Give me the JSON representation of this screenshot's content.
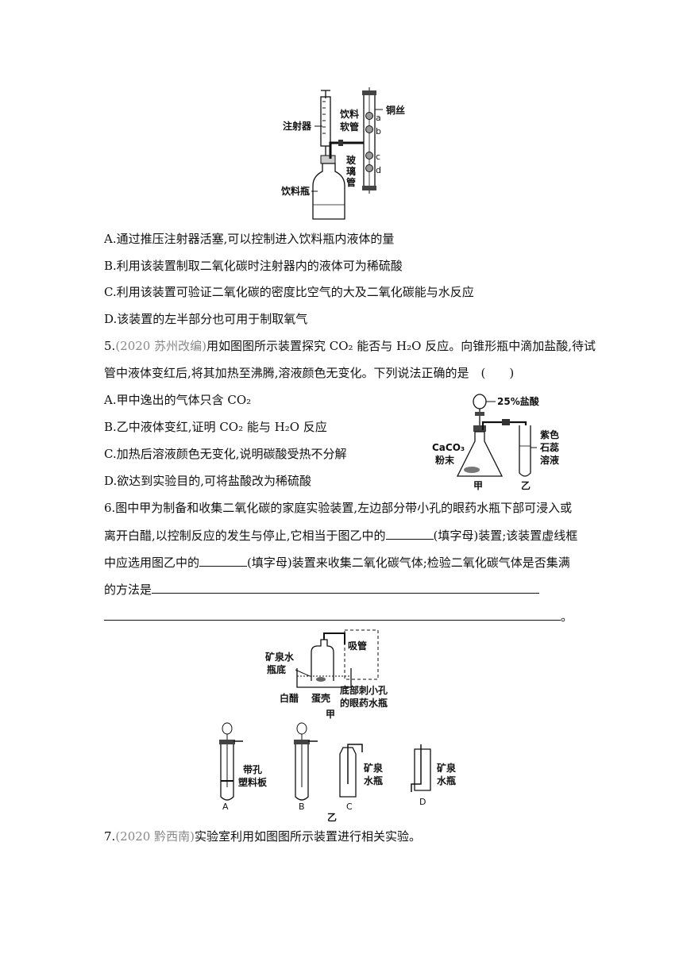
{
  "fig1": {
    "labels": {
      "syringe": "注射器",
      "soft_tube_1": "饮料",
      "soft_tube_2": "软管",
      "copper": "铜丝",
      "a": "a",
      "b": "b",
      "c": "c",
      "d": "d",
      "glass_1": "玻",
      "glass_2": "璃",
      "glass_3": "管",
      "bottle": "饮料瓶"
    }
  },
  "q4_options": [
    "A.通过推压注射器活塞,可以控制进入饮料瓶内液体的量",
    "B.利用该装置制取二氧化碳时注射器内的液体可为稀硫酸",
    "C.利用该装置可验证二氧化碳的密度比空气的大及二氧化碳能与水反应",
    "D.该装置的左半部分也可用于制取氧气"
  ],
  "q5": {
    "num": "5.",
    "source": "(2020 苏州改编)",
    "stem_1": "用如图图所示装置探究 CO₂ 能否与 H₂O 反应。向锥形瓶中滴加盐酸,待试",
    "stem_2": "管中液体变红后,将其加热至沸腾,溶液颜色无变化。下列说法正确的是　(　　)",
    "options": [
      "A.甲中逸出的气体只含 CO₂",
      "B.乙中液体变红,证明 CO₂ 能与 H₂O 反应",
      "C.加热后溶液颜色无变化,说明碳酸受热不分解",
      "D.欲达到实验目的,可将盐酸改为稀硫酸"
    ],
    "fig": {
      "acid": "25%盐酸",
      "caco3": "CaCO₃",
      "powder": "粉末",
      "litmus_1": "紫色",
      "litmus_2": "石蕊",
      "litmus_3": "溶液",
      "jia": "甲",
      "yi": "乙"
    }
  },
  "q6": {
    "line1": "6.图中甲为制备和收集二氧化碳的家庭实验装置,左边部分带小孔的眼药水瓶下部可浸入或",
    "line2a": "离开白醋,以控制反应的发生与停止,它相当于图乙中的",
    "line2b": "(填字母)装置;该装置虚线框",
    "line3a": "中应选用图乙中的",
    "line3b": "(填字母)装置来收集二氧化碳气体;检验二氧化碳气体是否集满",
    "line4a": "的方法是",
    "line5_end": "。",
    "fig_jia": {
      "straw": "吸管",
      "bottle_1": "矿泉水",
      "bottle_2": "瓶底",
      "vinegar": "白醋",
      "eggshell": "蛋壳",
      "eye_1": "底部刺小孔",
      "eye_2": "的眼药水瓶",
      "caption": "甲"
    },
    "fig_yi": {
      "board_1": "带孔",
      "board_2": "塑料板",
      "bottle_1": "矿泉",
      "bottle_2": "水瓶",
      "A": "A",
      "B": "B",
      "C": "C",
      "D": "D",
      "caption": "乙"
    }
  },
  "q7": {
    "num": "7.",
    "source": "(2020 黔西南)",
    "stem": "实验室利用如图图所示装置进行相关实验。"
  }
}
